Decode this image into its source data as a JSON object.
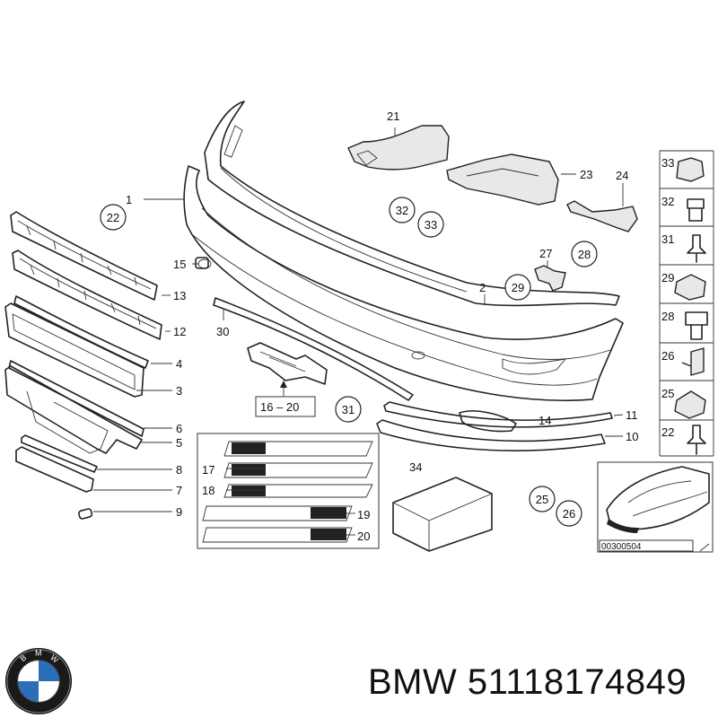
{
  "callouts": {
    "p1": "1",
    "p2": "2",
    "p3": "3",
    "p4": "4",
    "p5": "5",
    "p6": "6",
    "p7": "7",
    "p8": "8",
    "p9": "9",
    "p10": "10",
    "p11": "11",
    "p12": "12",
    "p13": "13",
    "p14": "14",
    "p15": "15",
    "p16_20": "16 – 20",
    "p17": "17",
    "p18": "18",
    "p19": "19",
    "p20": "20",
    "p21": "21",
    "p22": "22",
    "p23": "23",
    "p24": "24",
    "p27": "27",
    "p30": "30",
    "p34": "34"
  },
  "circled": {
    "c22": "22",
    "c32": "32",
    "c33": "33",
    "c28": "28",
    "c29": "29",
    "c31": "31",
    "c25": "25",
    "c26": "26"
  },
  "legend": [
    "33",
    "32",
    "31",
    "29",
    "28",
    "26",
    "25",
    "22"
  ],
  "diagram_code": "00300504",
  "brand_text": "BMW 51118174849"
}
